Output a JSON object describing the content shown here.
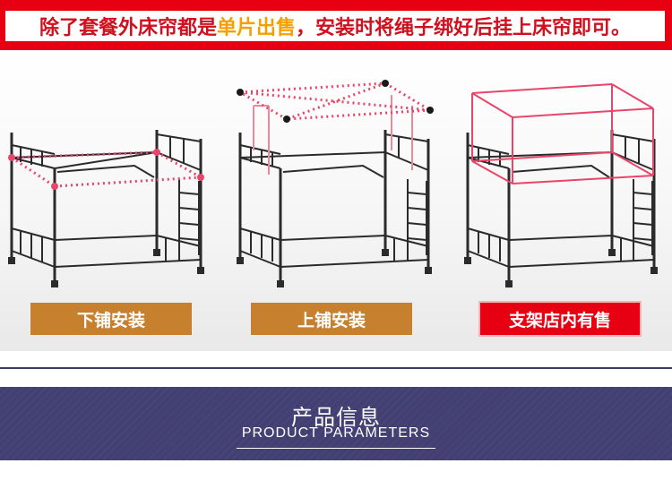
{
  "banner": {
    "text_before": "除了套餐外床帘都是",
    "text_highlight": "单片出售",
    "text_after": "，安装时将绳子绑好后挂上床帘即可。"
  },
  "panels": [
    {
      "label": "下铺安装"
    },
    {
      "label": "上铺安装"
    },
    {
      "label": "支架店内有售"
    }
  ],
  "section": {
    "title": "产品信息",
    "subtitle": "PRODUCT PARAMETERS"
  },
  "colors": {
    "banner_red": "#e60012",
    "highlight_orange": "#f5a000",
    "label_brown": "#c7802e",
    "band_purple": "#433f73",
    "frame_dark": "#2b2b2b",
    "curtain_pink": "#e9456a"
  }
}
